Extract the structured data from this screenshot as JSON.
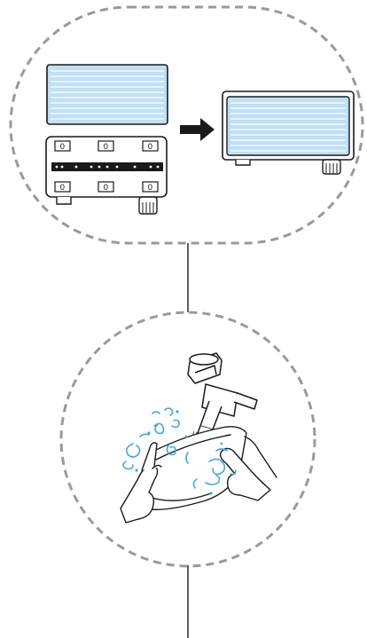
{
  "colors": {
    "outline": "#1a1a1a",
    "dash": "#9a9a9a",
    "filter_fill": "#bfe0f6",
    "filter_lines": "#ffffff",
    "water": "#3fa9e3",
    "background": "#ffffff"
  },
  "frame": {
    "clip_labels": [
      "0",
      "0",
      "0",
      "0",
      "0",
      "0"
    ]
  },
  "icons": {
    "arrow": "right-arrow-icon",
    "faucet": "faucet-icon",
    "hands": "washing-hands-icon"
  }
}
